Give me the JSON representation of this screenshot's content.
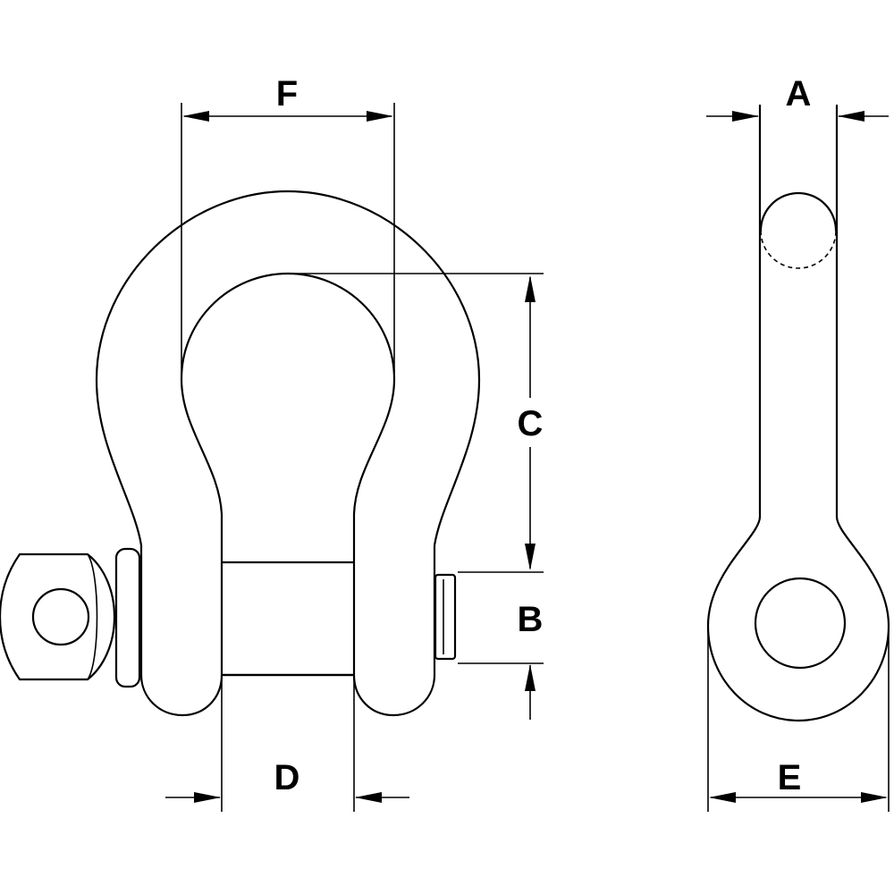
{
  "dimensions": {
    "a": "A",
    "b": "B",
    "c": "C",
    "d": "D",
    "e": "E",
    "f": "F"
  },
  "colors": {
    "line": "#000000",
    "background": "#ffffff"
  }
}
